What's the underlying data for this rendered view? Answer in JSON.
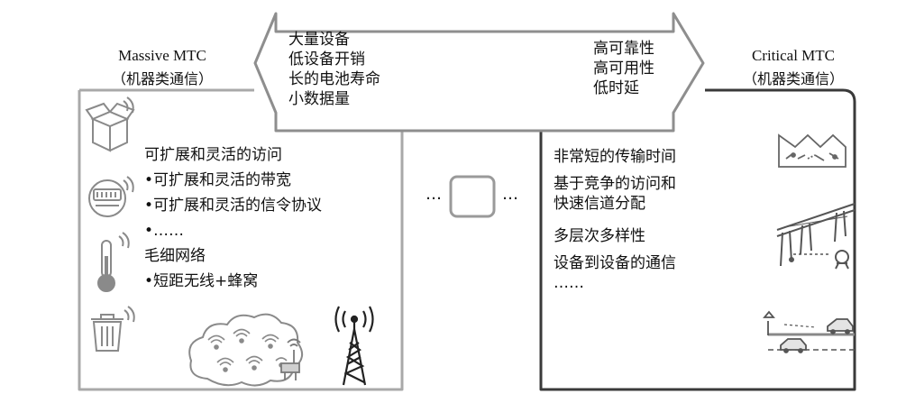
{
  "left_header": {
    "title": "Massive MTC",
    "subtitle": "（机器类通信）"
  },
  "right_header": {
    "title": "Critical MTC",
    "subtitle": "（机器类通信）"
  },
  "arrow_left_texts": [
    "大量设备",
    "低设备开销",
    "长的电池寿命",
    "小数据量"
  ],
  "arrow_right_texts": [
    "高可靠性",
    "高可用性",
    "低时延"
  ],
  "left_box": {
    "line1": "可扩展和灵活的访问",
    "bullet1": "•可扩展和灵活的带宽",
    "bullet2": "•可扩展和灵活的信令协议",
    "bullet3": "•……",
    "line2": "毛细网络",
    "bullet4": "•短距无线+蜂窝"
  },
  "middle": {
    "left_dots": "…",
    "right_dots": "…"
  },
  "right_box": {
    "line1": "非常短的传输时间",
    "line2": "基于竞争的访问和",
    "line3": "快速信道分配",
    "line4": "多层次多样性",
    "line5": "设备到设备的通信",
    "line6": "……"
  },
  "icons": {
    "left": [
      "package-icon",
      "meter-icon",
      "thermometer-icon",
      "trash-can-icon"
    ],
    "bottom": [
      "cloud-mesh-icon",
      "sensor-node-icon",
      "cell-tower-icon"
    ],
    "right": [
      "factory-icon",
      "power-line-drone-icon",
      "road-vehicles-icon"
    ]
  },
  "colors": {
    "left_box": "#a9a9a9",
    "right_box": "#3a3a3a",
    "arrow": "#8e8e8e",
    "icon": "#8a8a8a"
  }
}
